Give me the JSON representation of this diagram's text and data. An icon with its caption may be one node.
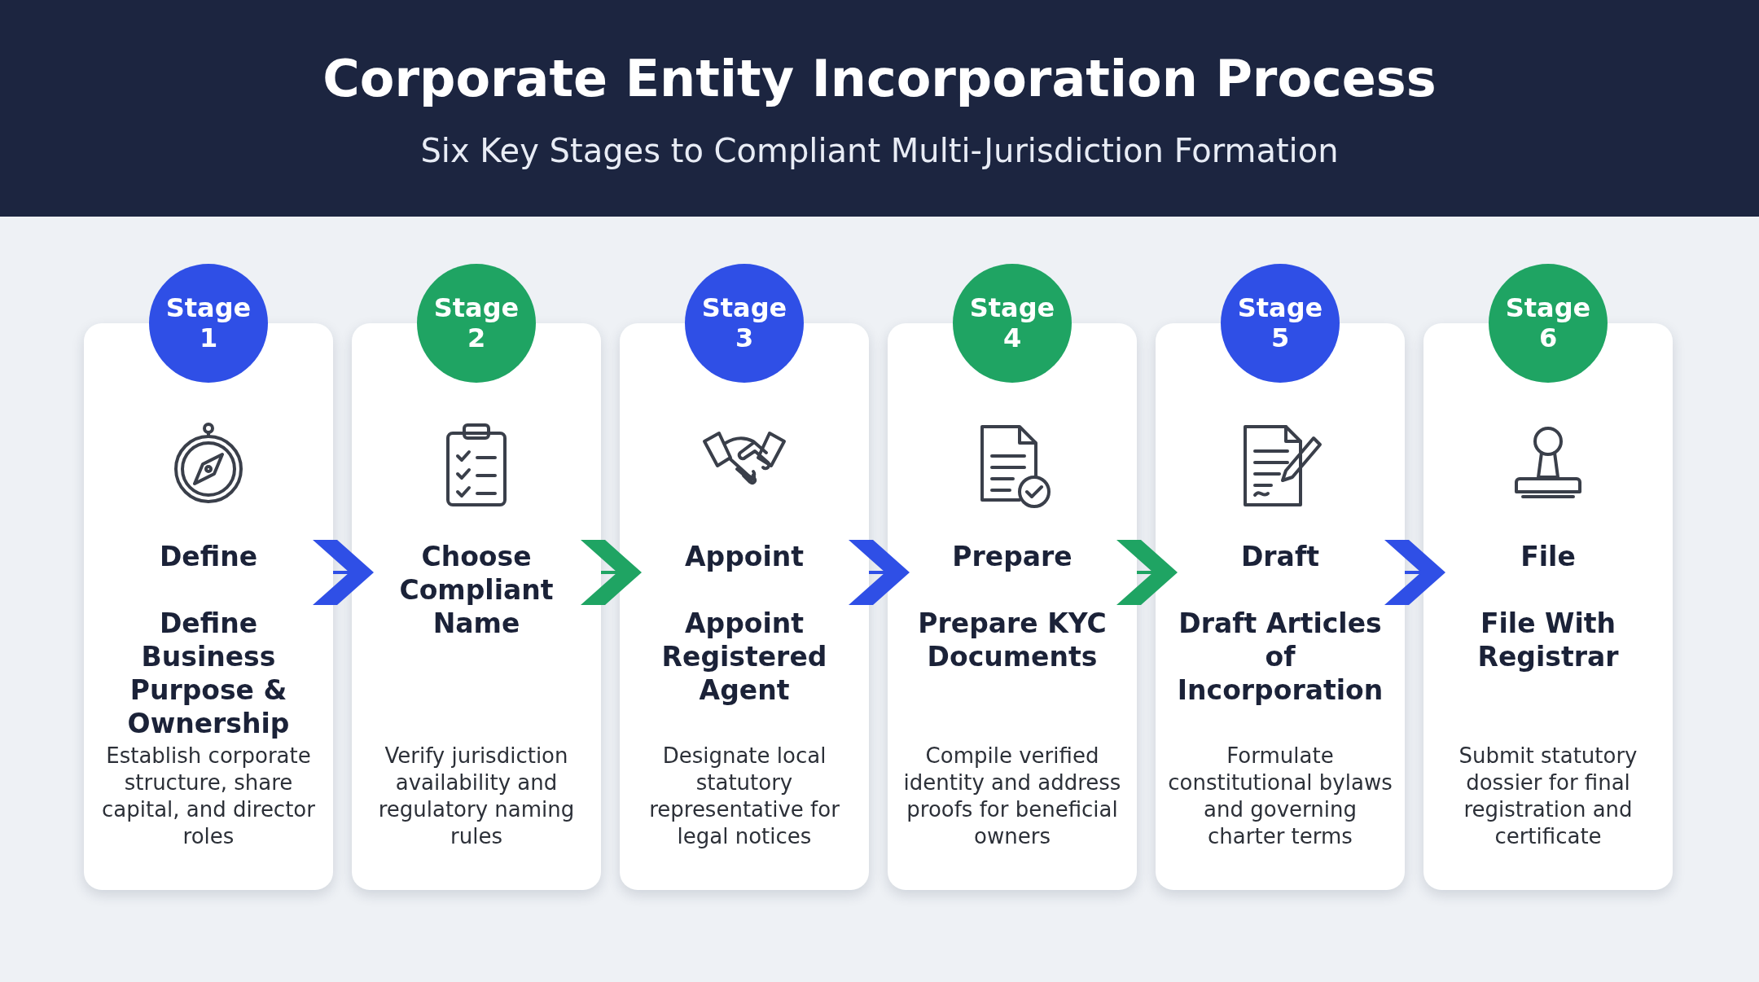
{
  "diagram": {
    "title": "Corporate Entity Incorporation Process",
    "nodes": [
      {
        "text": [
          "Stage 1",
          "Define",
          "Define Business Purpose & Ownership",
          "Establish corporate structure, share capital, and director roles"
        ]
      },
      {
        "text": [
          "Stage 2",
          "Choose Compliant Name",
          "Verify jurisdiction availability and regulatory naming rules"
        ]
      },
      {
        "text": [
          "Stage 3",
          "Appoint",
          "Appoint Registered Agent",
          "Designate local statutory representative for legal notices"
        ]
      },
      {
        "text": [
          "Stage 4",
          "Prepare",
          "Prepare KYC Documents",
          "Compile verified identity and address proofs for beneficial owners"
        ]
      },
      {
        "text": [
          "Stage 5",
          "Draft",
          "Draft Articles of Incorporation",
          "Formulate constitutional bylaws and governing charter terms"
        ]
      },
      {
        "text": [
          "Stage 6",
          "File",
          "File With Registrar",
          "Submit statutory dossier for final registration and certificate"
        ]
      }
    ],
    "edges": [
      {
        "from": 0,
        "to": 1,
        "arrow": "to"
      },
      {
        "from": 1,
        "to": 2,
        "arrow": "to",
        "color": "#1fa463"
      },
      {
        "from": 2,
        "to": 3,
        "arrow": "to"
      },
      {
        "from": 3,
        "to": 4,
        "arrow": "to",
        "color": "#1fa463"
      },
      {
        "from": 4,
        "to": 5,
        "arrow": "to"
      }
    ],
    "labels": [
      "Six Key Stages to Compliant Multi-Jurisdiction Formation"
    ]
  }
}
